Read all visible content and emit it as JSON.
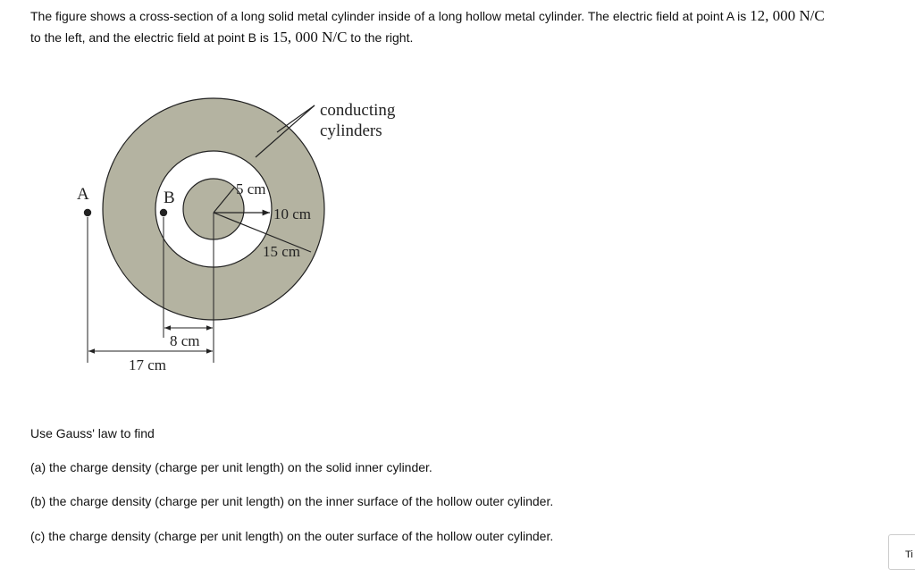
{
  "problem": {
    "intro_part1": "The figure shows a cross-section of a long solid metal cylinder inside of a long hollow metal cylinder. The electric field at point A is ",
    "field_a": "12, 000 N/C",
    "intro_part2": " to the left, and the electric field at point B is ",
    "field_b": "15, 000 N/C",
    "intro_part3": " to the right."
  },
  "figure": {
    "label_conducting": "conducting",
    "label_cylinders": "cylinders",
    "point_a": "A",
    "point_b": "B",
    "radius_5": "5 cm",
    "radius_10": "10 cm",
    "radius_15": "15 cm",
    "dist_8": "8 cm",
    "dist_17": "17 cm",
    "colors": {
      "shell": "#b4b3a1",
      "outline": "#222222",
      "background": "#ffffff"
    }
  },
  "questions": {
    "lead": "Use Gauss' law to find",
    "a": "(a) the charge density (charge per unit length) on the solid inner cylinder.",
    "b": "(b) the charge density (charge per unit length) on the inner surface of the hollow outer cylinder.",
    "c": "(c) the charge density (charge per unit length) on the outer surface of the hollow outer cylinder."
  },
  "corner_tab": {
    "label": "Ti"
  }
}
